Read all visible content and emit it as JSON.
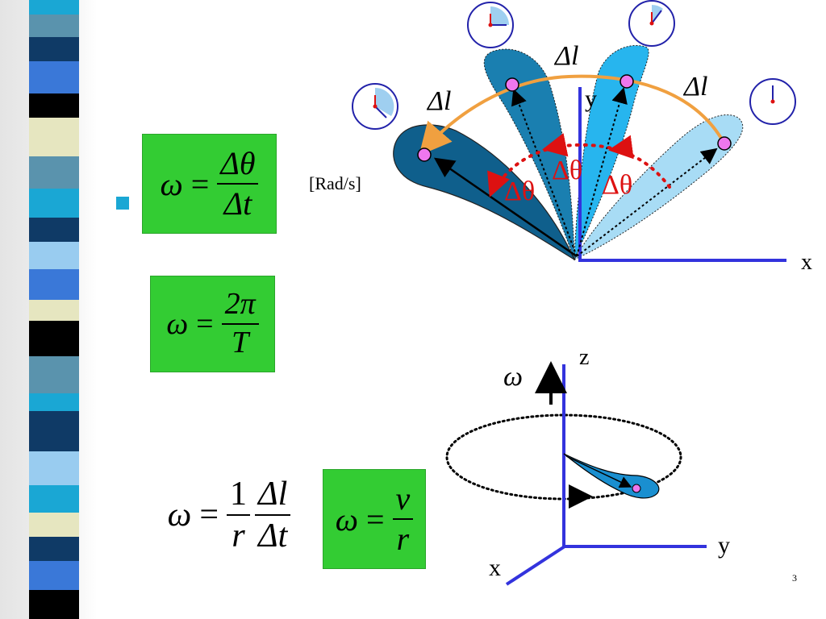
{
  "slide": {
    "page_number": "3",
    "unit_label": "[Rad/s]"
  },
  "formulas": {
    "f1": {
      "lhs": "ω",
      "eq": "=",
      "num": "Δθ",
      "den": "Δt"
    },
    "f2": {
      "lhs": "ω",
      "eq": "=",
      "num": "2π",
      "den": "T"
    },
    "f3": {
      "lhs": "ω",
      "eq": "=",
      "num1": "1",
      "den1": "r",
      "num2": "Δl",
      "den2": "Δt"
    },
    "f4": {
      "lhs": "ω",
      "eq": "=",
      "num": "v",
      "den": "r"
    }
  },
  "diagram_top": {
    "delta_l_left": "Δl",
    "delta_l_top": "Δl",
    "delta_l_right": "Δl",
    "delta_theta_left": "Δθ",
    "delta_theta_mid": "Δθ",
    "delta_theta_right": "Δθ",
    "axis_x": "x",
    "axis_y": "y"
  },
  "diagram_bottom": {
    "omega_vector": "ω⃗",
    "axis_z": "z",
    "axis_y": "y",
    "axis_x": "x"
  },
  "colors": {
    "formula_box": "#33cc33",
    "axis": "#3333dd",
    "arc": "#f0a040",
    "delta_theta": "#dd1111",
    "point": "#ee77ee"
  }
}
